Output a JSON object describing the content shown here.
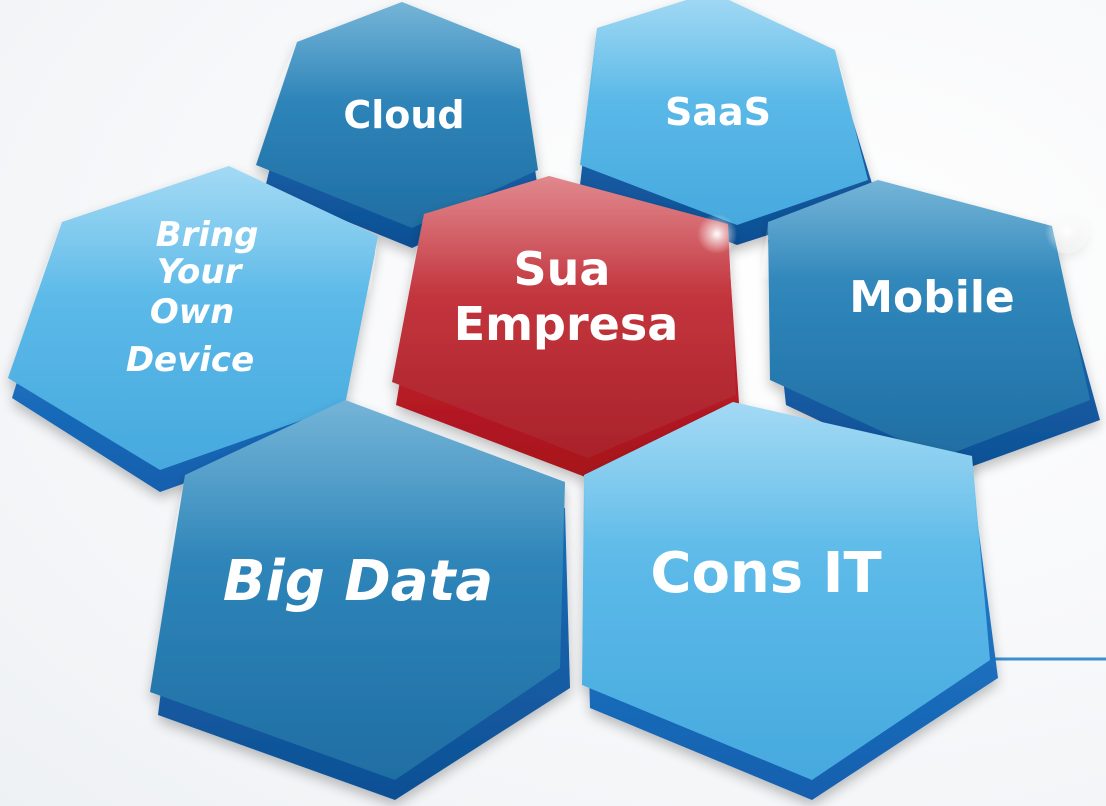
{
  "diagram": {
    "hexagons": [
      {
        "id": "cloud",
        "lines": [
          "Cloud"
        ]
      },
      {
        "id": "saas",
        "lines": [
          "SaaS"
        ]
      },
      {
        "id": "byod",
        "lines": [
          "Bring",
          "Your",
          "Own",
          "Device"
        ]
      },
      {
        "id": "center",
        "lines": [
          "Sua",
          "Empresa"
        ]
      },
      {
        "id": "mobile",
        "lines": [
          "Mobile"
        ]
      },
      {
        "id": "bigdata",
        "lines": [
          "Big Data"
        ]
      },
      {
        "id": "consit",
        "lines": [
          "Cons IT"
        ]
      }
    ],
    "colors": {
      "dark_blue": "#2d83b6",
      "light_blue": "#5ab7e6",
      "red": "#c62f37",
      "connector": "#3d8fd0"
    }
  }
}
